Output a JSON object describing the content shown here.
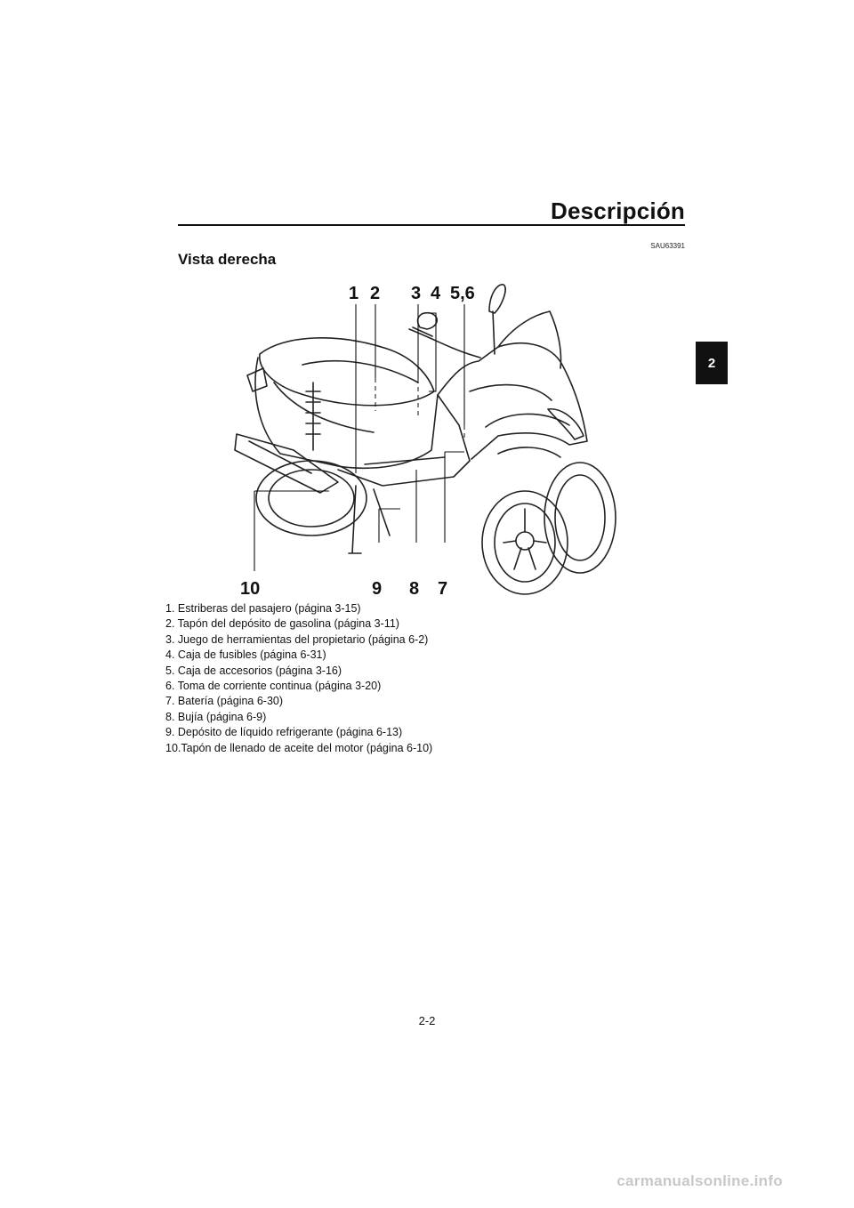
{
  "header": {
    "title": "Descripción"
  },
  "chapter_tab": "2",
  "doc_code": "SAU63391",
  "section": {
    "title": "Vista derecha"
  },
  "figure": {
    "callouts": {
      "c1": "1",
      "c2": "2",
      "c3": "3",
      "c4": "4",
      "c56": "5,6",
      "c7": "7",
      "c8": "8",
      "c9": "9",
      "c10": "10"
    }
  },
  "legend": {
    "items": [
      "1. Estriberas del pasajero (página 3-15)",
      "2. Tapón del depósito de gasolina (página 3-11)",
      "3. Juego de herramientas del propietario (página 6-2)",
      "4. Caja de fusibles (página 6-31)",
      "5. Caja de accesorios (página 3-16)",
      "6. Toma de corriente continua (página 3-20)",
      "7. Batería (página 6-30)",
      "8. Bujía (página 6-9)",
      "9. Depósito de líquido refrigerante (página 6-13)",
      "10.Tapón de llenado de aceite del motor (página 6-10)"
    ]
  },
  "page_number": "2-2",
  "watermark": "carmanualsonline.info"
}
